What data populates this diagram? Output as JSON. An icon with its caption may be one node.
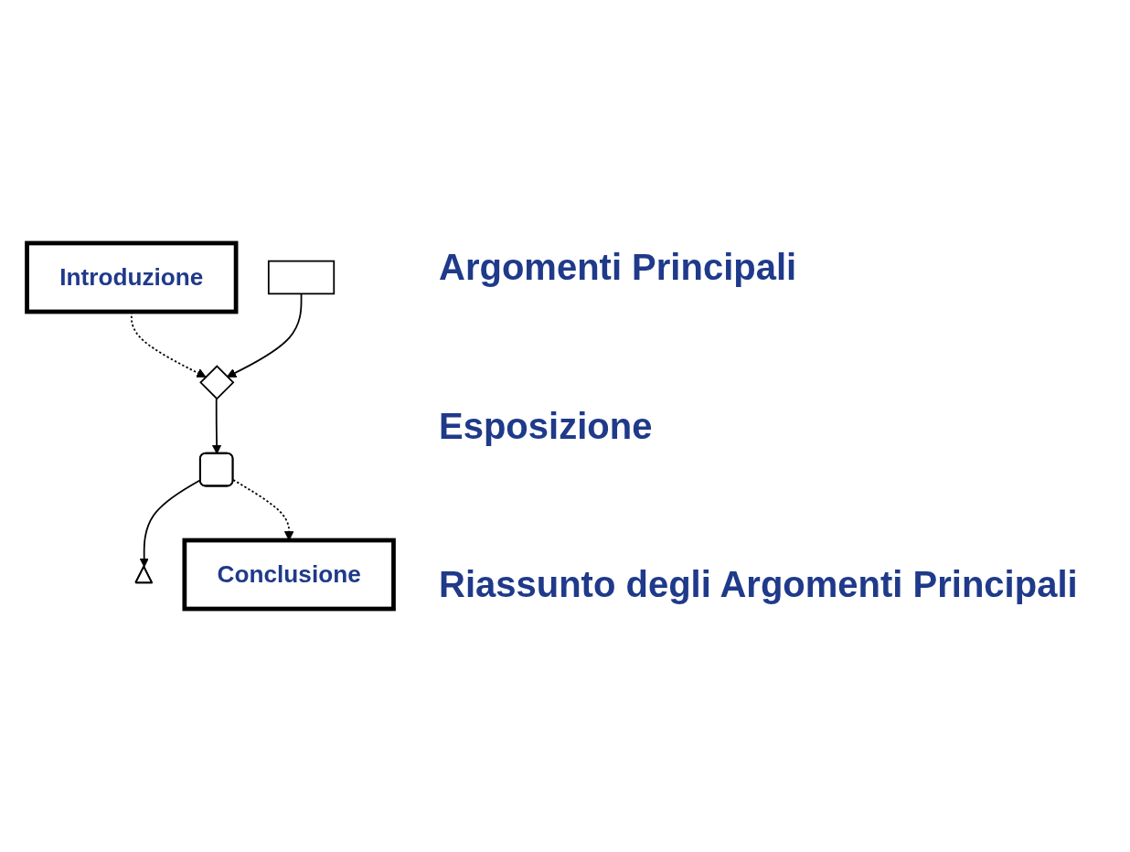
{
  "diagram": {
    "nodes": [
      {
        "text": [
          "Introduzione"
        ]
      },
      {
        "text": [],
        "shape": "box"
      },
      {
        "text": [],
        "shape": "diamond"
      },
      {
        "text": [],
        "shape": "rectangle"
      },
      {
        "text": [],
        "shape": "triangle"
      },
      {
        "text": [
          "Conclusione"
        ]
      }
    ],
    "edges": [
      {
        "from": 0,
        "to": 2,
        "arrow": "to",
        "style": "dashed"
      },
      {
        "from": 1,
        "to": 2,
        "arrow": "to"
      },
      {
        "from": 2,
        "to": 3,
        "arrow": "to"
      },
      {
        "from": 3,
        "to": 4,
        "arrow": "to"
      },
      {
        "from": 3,
        "to": 5,
        "arrow": "to",
        "style": "dashed"
      }
    ],
    "labels": [
      "Argomenti Principali",
      "Esposizione",
      "Riassunto degli Argomenti Principali"
    ]
  }
}
